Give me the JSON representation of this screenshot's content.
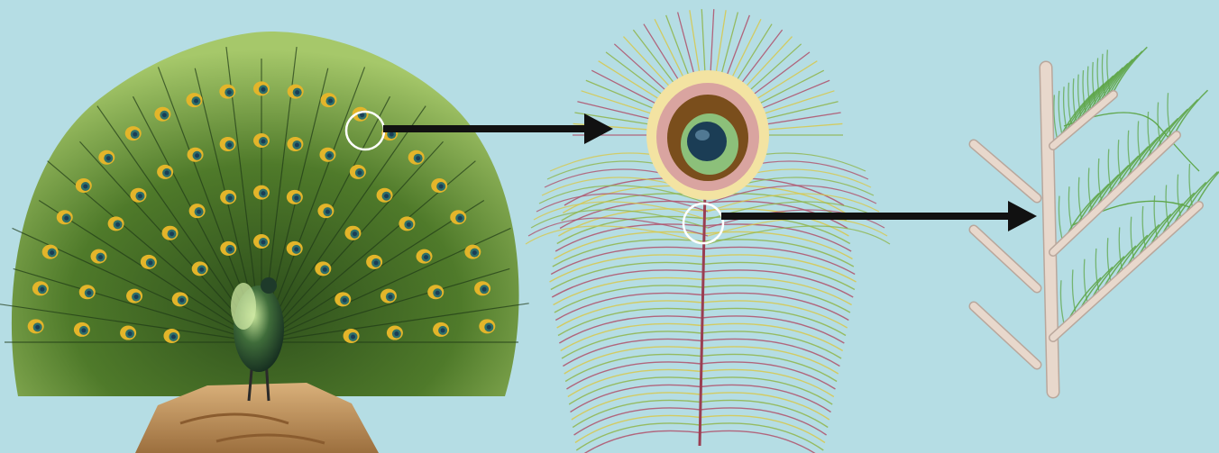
{
  "colors": {
    "background": "#b5dde4",
    "arrow": "#111111",
    "highlight_circle": "#ffffff",
    "tail_green": "#4f7a2a",
    "tail_light": "#a6c86a",
    "eye_gold": "#e3b52a",
    "eye_teal": "#2e6f6a",
    "eye_blue": "#1b3d55",
    "body_green": "#1f3b2a",
    "rock": "#c79a62",
    "feather_pink": "#b0506a",
    "feather_yellow": "#d8c84a",
    "feather_green": "#8fb54a",
    "eye_brown": "#7a4e1c",
    "barbule_stem": "#e8d8cc",
    "barbule_stem_shadow": "#b9a79c",
    "barbule_mesh": "#5fa64a"
  },
  "panels": [
    {
      "name": "peacock",
      "icon": "peacock-illustration"
    },
    {
      "name": "feather",
      "icon": "peacock-feather-illustration"
    },
    {
      "name": "barb-detail",
      "icon": "feather-barb-magnified-illustration"
    }
  ],
  "arrows": [
    {
      "from": "peacock-tail-eye",
      "to": "feather",
      "icon": "right-arrow-icon"
    },
    {
      "from": "feather-shaft",
      "to": "barb-detail",
      "icon": "right-arrow-icon"
    }
  ]
}
